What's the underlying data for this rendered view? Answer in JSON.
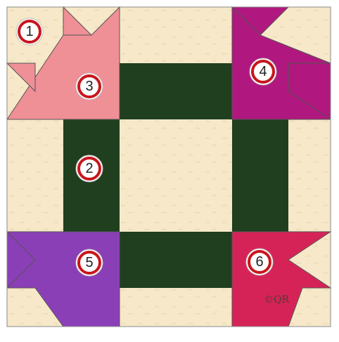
{
  "block": {
    "colors": {
      "background": "#f6e8c8",
      "green": "#1f3f1f",
      "pink": "#ef8f96",
      "magenta": "#b0187f",
      "purple": "#8a3fb7",
      "red": "#d62357",
      "border": "#555555"
    },
    "badges": [
      {
        "label": "1"
      },
      {
        "label": "2"
      },
      {
        "label": "3"
      },
      {
        "label": "4"
      },
      {
        "label": "5"
      },
      {
        "label": "6"
      }
    ],
    "watermark": "©QR"
  }
}
